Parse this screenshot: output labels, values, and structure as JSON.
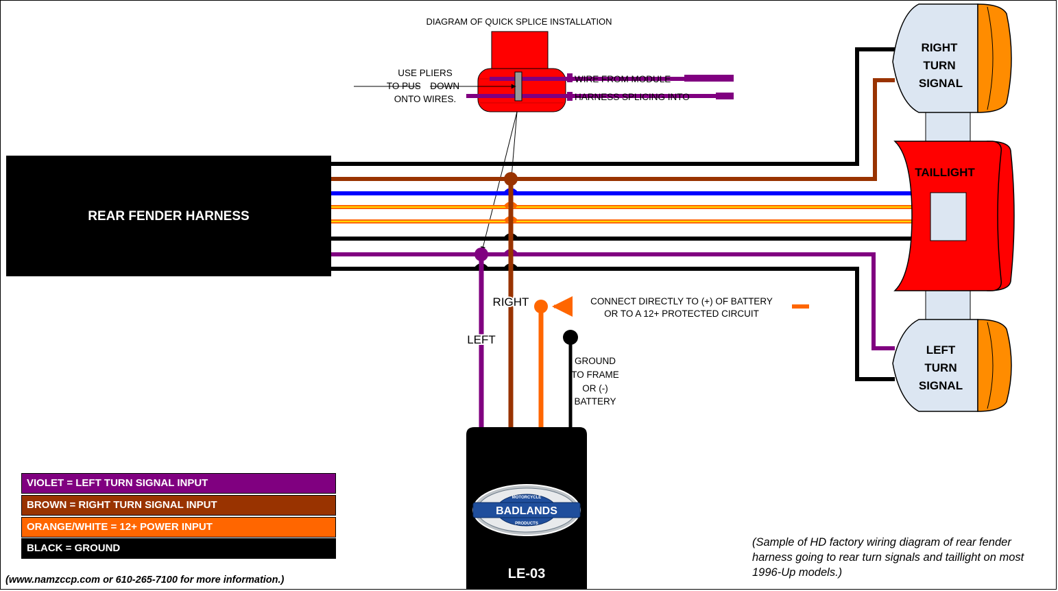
{
  "diagram": {
    "splice_title": "DIAGRAM OF QUICK SPLICE INSTALLATION",
    "pliers_text": [
      "USE PLIERS",
      "TO PUSH DOWN",
      "ONTO WIRES."
    ],
    "wire_from_module": "WIRE FROM MODULE",
    "harness_splicing": "HARNESS SPLICING INTO",
    "harness_label": "REAR FENDER HARNESS",
    "right_turn_signal": [
      "RIGHT",
      "TURN",
      "SIGNAL"
    ],
    "left_turn_signal": [
      "LEFT",
      "TURN",
      "SIGNAL"
    ],
    "taillight": "TAILLIGHT",
    "right_label": "RIGHT",
    "left_label": "LEFT",
    "battery_text": [
      "CONNECT DIRECTLY TO (+) OF BATTERY",
      "OR TO A 12+ PROTECTED CIRCUIT"
    ],
    "ground_text": [
      "GROUND",
      "TO FRAME",
      "OR (-)",
      "BATTERY"
    ],
    "module_label": "LE-03",
    "logo": {
      "brand": "BADLANDS",
      "arc_top": "MOTORCYCLE",
      "arc_bottom": "PRODUCTS"
    }
  },
  "legend": [
    {
      "text": "VIOLET = LEFT TURN SIGNAL INPUT",
      "color": "#800080"
    },
    {
      "text": "BROWN = RIGHT TURN SIGNAL INPUT",
      "color": "#993300"
    },
    {
      "text": "ORANGE/WHITE = 12+ POWER INPUT",
      "color": "#FF6600"
    },
    {
      "text": "BLACK = GROUND",
      "color": "#000000"
    }
  ],
  "footer": {
    "contact": "(www.namzccp.com or 610-265-7100 for more information.)",
    "note": "(Sample of HD factory wiring diagram of rear fender harness going to rear turn signals and taillight on most 1996-Up models.)"
  },
  "colors": {
    "violet": "#800080",
    "brown": "#993300",
    "orange": "#FF6600",
    "blue": "#0000FF",
    "red": "#FF0000",
    "yellow": "#FFFF00",
    "black": "#000000",
    "light_blue": "#DCE6F2"
  }
}
